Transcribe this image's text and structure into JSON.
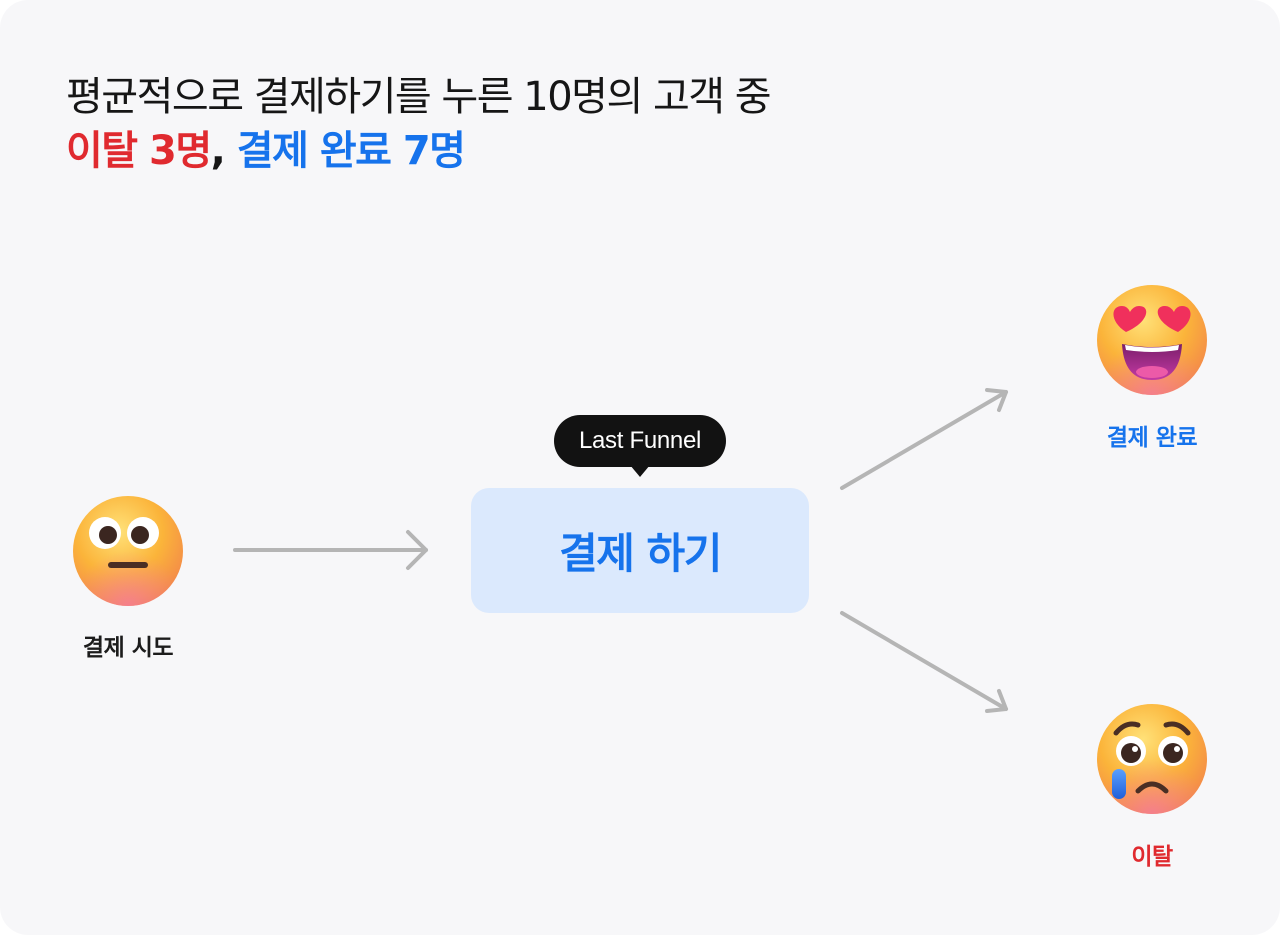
{
  "headline": {
    "line1": "평균적으로 결제하기를 누른 10명의 고객 중",
    "line2_red": "이탈 3명",
    "line2_sep": ", ",
    "line2_blue": "결제 완료 7명"
  },
  "nodes": {
    "start": {
      "label": "결제 시도",
      "icon": "neutral-face-icon"
    },
    "main": {
      "label": "결제 하기"
    },
    "success": {
      "label": "결제 완료",
      "icon": "heart-eyes-face-icon"
    },
    "churn": {
      "label": "이탈",
      "icon": "crying-face-icon"
    }
  },
  "tooltip": {
    "label": "Last Funnel"
  },
  "colors": {
    "accent_blue": "#1673ec",
    "accent_red": "#e02a2f",
    "box_fill": "#dbe9fd",
    "arrow": "#b5b5b5"
  }
}
